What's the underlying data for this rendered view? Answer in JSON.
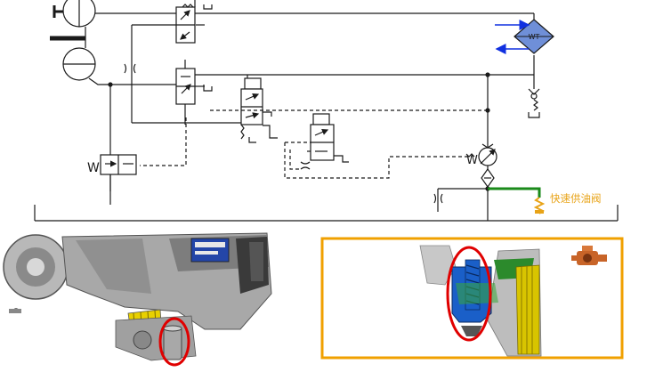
{
  "diagram": {
    "valve_label": "快速供油阀",
    "heat_exchanger_label": "WT",
    "spring_symbol": "W",
    "colors": {
      "line": "#1a1a1a",
      "accent_orange": "#f0a000",
      "label_orange": "#e8a317",
      "highlight_green": "#1a8a1a",
      "exchanger_fill": "#6f8fd8",
      "arrow_blue": "#1030e0",
      "highlight_red": "#e00000"
    }
  },
  "photos": {
    "left_caption": "",
    "right_caption": ""
  }
}
